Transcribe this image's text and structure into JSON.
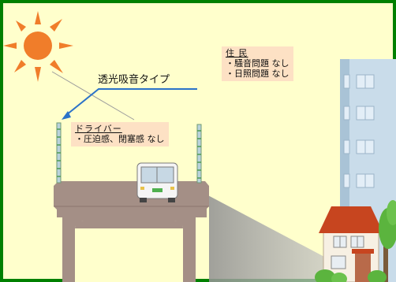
{
  "panel_label": "透光吸音タイプ",
  "residents": {
    "title": "住 民",
    "lines": [
      "・騒音問題 なし",
      "・日照問題 なし"
    ]
  },
  "driver": {
    "title": "ドライバー",
    "lines": [
      "・圧迫感、閉塞感 なし"
    ]
  },
  "colors": {
    "background": "#ffffcc",
    "frame": "#008000",
    "label_bg": "#fde1c4",
    "structure": "#a48f86",
    "sun": "#f07d2a",
    "building": "#c9dcea",
    "house_roof": "#c7451f",
    "tree": "#5bb43e",
    "shadow": "#a9a9a9",
    "arrow": "#2b72c8"
  }
}
